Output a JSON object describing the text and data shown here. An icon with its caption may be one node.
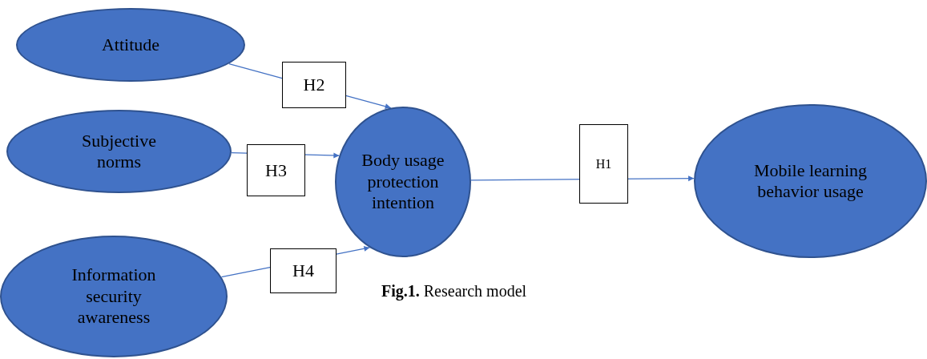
{
  "diagram": {
    "caption": "**Fig.1.** Research model",
    "nodes": [
      {
        "text": [
          "Attitude"
        ]
      },
      {
        "text": [
          "Subjective norms"
        ]
      },
      {
        "text": [
          "Information security awareness"
        ]
      },
      {
        "text": [
          "Body usage protection intention"
        ]
      },
      {
        "text": [
          "Mobile learning behavior usage"
        ]
      }
    ],
    "edges": [
      {
        "from": 0,
        "to": 3,
        "arrow": "to",
        "label": "H2"
      },
      {
        "from": 1,
        "to": 3,
        "arrow": "to",
        "label": "H3"
      },
      {
        "from": 2,
        "to": 3,
        "arrow": "to",
        "label": "H4"
      },
      {
        "from": 3,
        "to": 4,
        "arrow": "to",
        "label": "H1"
      }
    ]
  }
}
